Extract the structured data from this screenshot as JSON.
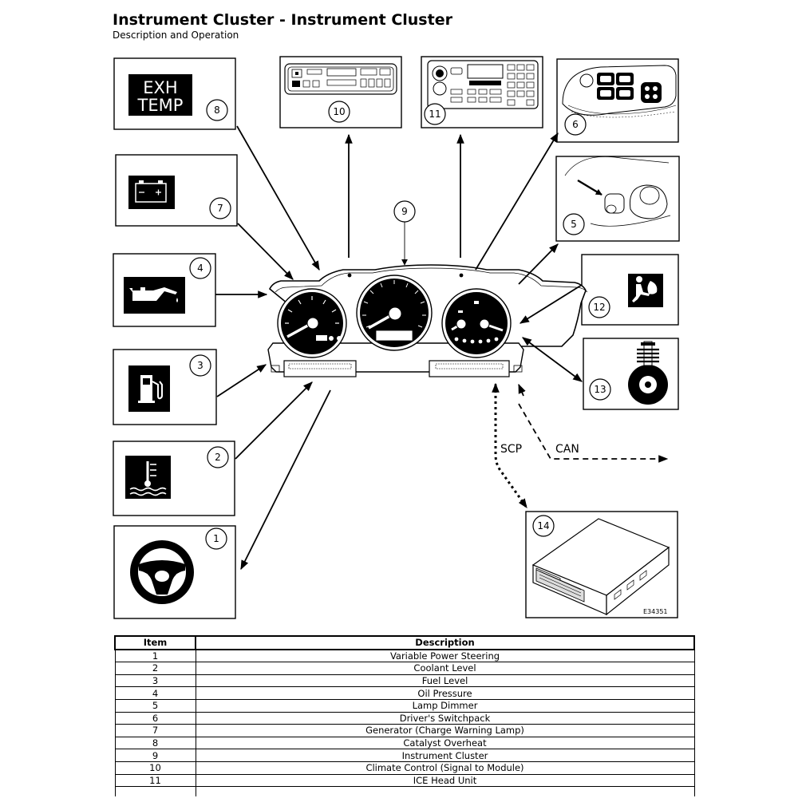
{
  "header": {
    "title": "Instrument Cluster - Instrument Cluster",
    "subtitle": "Description and Operation"
  },
  "callouts": {
    "c1": "1",
    "c2": "2",
    "c3": "3",
    "c4": "4",
    "c5": "5",
    "c6": "6",
    "c7": "7",
    "c8": "8",
    "c9": "9",
    "c10": "10",
    "c11": "11",
    "c12": "12",
    "c13": "13",
    "c14": "14"
  },
  "labels": {
    "exh_line1": "EXH",
    "exh_line2": "TEMP",
    "scp": "SCP",
    "can": "CAN",
    "figure_code": "E34351"
  },
  "table": {
    "headers": [
      "Item",
      "Description"
    ],
    "rows": [
      {
        "item": "1",
        "desc": "Variable Power Steering"
      },
      {
        "item": "2",
        "desc": "Coolant Level"
      },
      {
        "item": "3",
        "desc": "Fuel Level"
      },
      {
        "item": "4",
        "desc": "Oil Pressure"
      },
      {
        "item": "5",
        "desc": "Lamp Dimmer"
      },
      {
        "item": "6",
        "desc": "Driver's Switchpack"
      },
      {
        "item": "7",
        "desc": "Generator (Charge Warning Lamp)"
      },
      {
        "item": "8",
        "desc": "Catalyst Overheat"
      },
      {
        "item": "9",
        "desc": "Instrument Cluster"
      },
      {
        "item": "10",
        "desc": "Climate Control (Signal to Module)"
      },
      {
        "item": "11",
        "desc": "ICE Head Unit"
      }
    ]
  }
}
